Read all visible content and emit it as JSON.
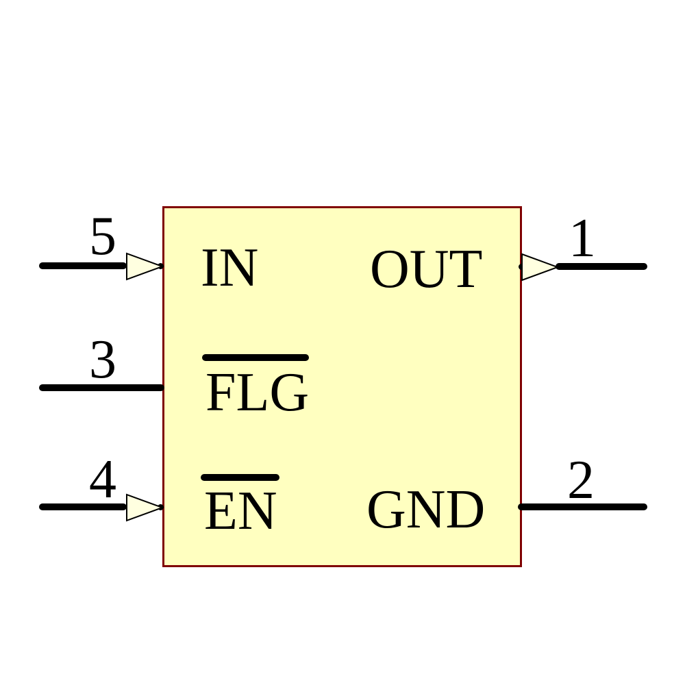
{
  "schematic": {
    "colors": {
      "body_fill": "#FFFFC0",
      "body_border": "#7F0000",
      "arrow_fill": "#FFFFE0",
      "wire": "#000000",
      "text": "#000000"
    },
    "labels": {
      "in": "IN",
      "out": "OUT",
      "flg": "FLG",
      "en": "EN",
      "gnd": "GND"
    },
    "pin_numbers": {
      "in": "5",
      "flg": "3",
      "en": "4",
      "out": "1",
      "gnd": "2"
    }
  }
}
